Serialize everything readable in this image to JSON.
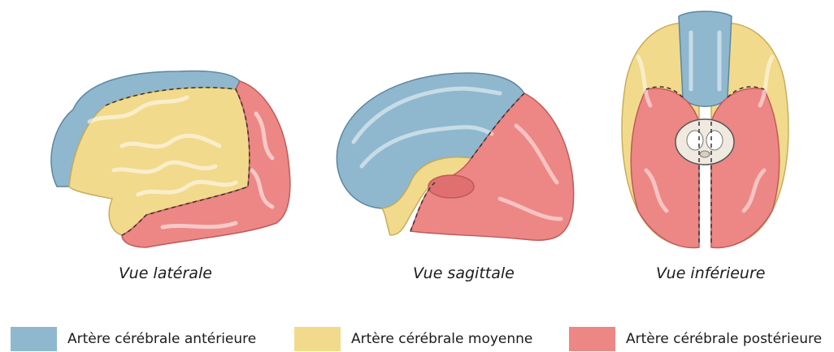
{
  "views": {
    "lateral": {
      "caption": "Vue latérale"
    },
    "sagittal": {
      "caption": "Vue sagittale"
    },
    "inferior": {
      "caption": "Vue inférieure"
    }
  },
  "legend": [
    {
      "label": "Artère cérébrale antérieure",
      "color": "#8fb8cf"
    },
    {
      "label": "Artère cérébrale moyenne",
      "color": "#f2da8c"
    },
    {
      "label": "Artère cérébrale postérieure",
      "color": "#ec8785"
    }
  ],
  "colors": {
    "anterior": "#8fb8cf",
    "middle": "#f2da8c",
    "posterior": "#ec8785",
    "boundary": "#333333",
    "brainstem": "#efe9df"
  }
}
